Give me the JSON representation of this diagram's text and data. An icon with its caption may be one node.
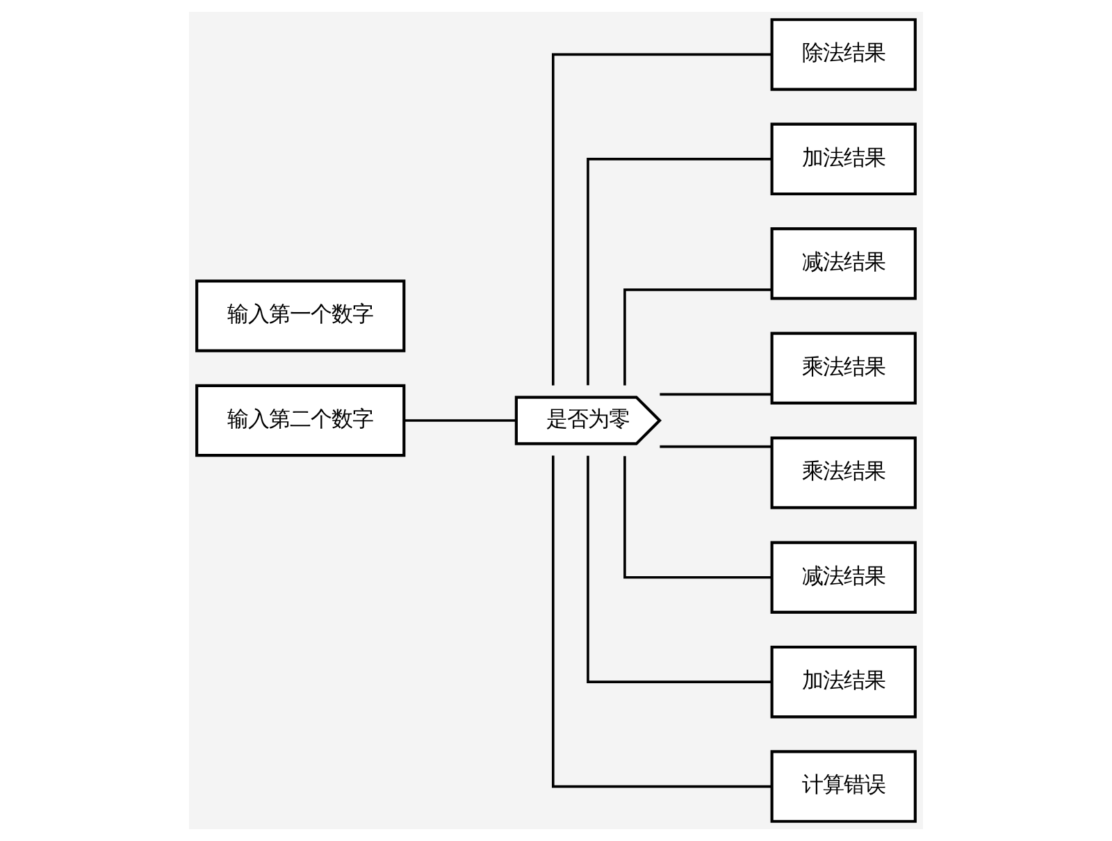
{
  "diagram": {
    "nodes": [
      {
        "text": [
          "输入第一个数字"
        ]
      },
      {
        "text": [
          "输入第二个数字"
        ]
      },
      {
        "text": [
          "是否为零"
        ]
      },
      {
        "text": [
          "除法结果"
        ]
      },
      {
        "text": [
          "加法结果"
        ]
      },
      {
        "text": [
          "减法结果"
        ]
      },
      {
        "text": [
          "乘法结果"
        ]
      },
      {
        "text": [
          "乘法结果"
        ]
      },
      {
        "text": [
          "减法结果"
        ]
      },
      {
        "text": [
          "加法结果"
        ]
      },
      {
        "text": [
          "计算错误"
        ]
      }
    ],
    "edges": [
      {
        "from": 1,
        "to": 2,
        "arrow": "none"
      },
      {
        "from": 2,
        "to": 3,
        "arrow": "none"
      },
      {
        "from": 2,
        "to": 4,
        "arrow": "none"
      },
      {
        "from": 2,
        "to": 5,
        "arrow": "none"
      },
      {
        "from": 2,
        "to": 6,
        "arrow": "none"
      },
      {
        "from": 2,
        "to": 7,
        "arrow": "none"
      },
      {
        "from": 2,
        "to": 8,
        "arrow": "none"
      },
      {
        "from": 2,
        "to": 9,
        "arrow": "none"
      },
      {
        "from": 2,
        "to": 10,
        "arrow": "none"
      }
    ]
  }
}
